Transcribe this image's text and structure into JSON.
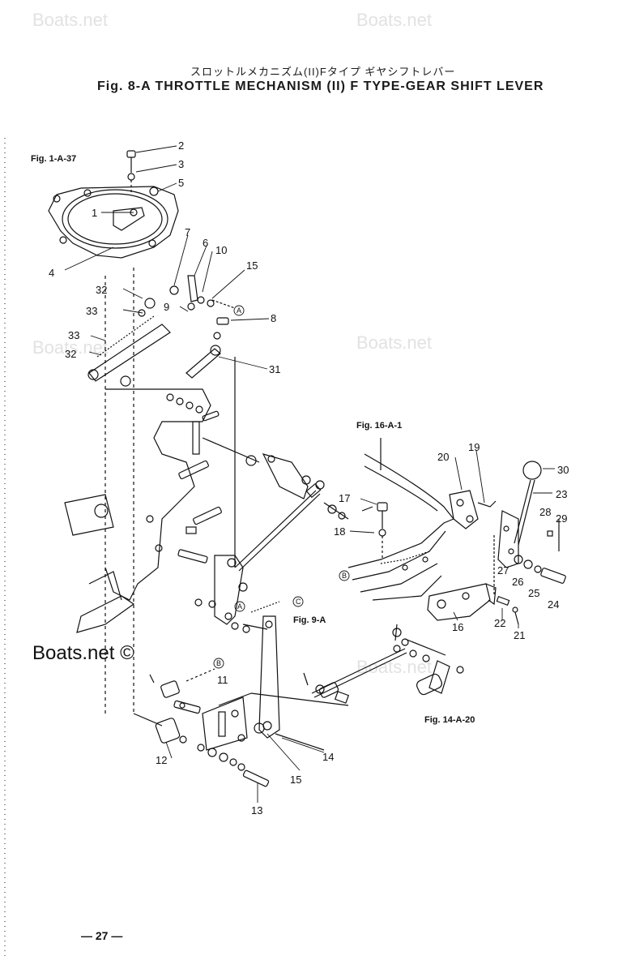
{
  "header": {
    "jp_title": "スロットルメカニズム(II)Fタイプ ギヤシフトレバー",
    "title": "Fig. 8-A    THROTTLE MECHANISM (II) F TYPE-GEAR SHIFT LEVER"
  },
  "watermark": "Boats.net",
  "brand": "Boats.net ©",
  "page_number": "— 27 —",
  "callouts": [
    {
      "n": "1"
    },
    {
      "n": "2"
    },
    {
      "n": "3"
    },
    {
      "n": "4"
    },
    {
      "n": "5"
    },
    {
      "n": "6"
    },
    {
      "n": "7"
    },
    {
      "n": "8"
    },
    {
      "n": "9"
    },
    {
      "n": "10"
    },
    {
      "n": "11"
    },
    {
      "n": "12"
    },
    {
      "n": "13"
    },
    {
      "n": "14"
    },
    {
      "n": "15"
    },
    {
      "n": "15"
    },
    {
      "n": "16"
    },
    {
      "n": "17"
    },
    {
      "n": "18"
    },
    {
      "n": "19"
    },
    {
      "n": "20"
    },
    {
      "n": "21"
    },
    {
      "n": "22"
    },
    {
      "n": "23"
    },
    {
      "n": "24"
    },
    {
      "n": "25"
    },
    {
      "n": "26"
    },
    {
      "n": "27"
    },
    {
      "n": "28"
    },
    {
      "n": "29"
    },
    {
      "n": "30"
    },
    {
      "n": "31"
    },
    {
      "n": "32"
    },
    {
      "n": "32"
    },
    {
      "n": "33"
    },
    {
      "n": "33"
    }
  ],
  "references": [
    "Fig. 1-A-37",
    "Fig. 16-A-1",
    "Fig. 9-A",
    "Fig. 14-A-20"
  ],
  "markers": [
    "A",
    "A",
    "B",
    "B",
    "C"
  ]
}
